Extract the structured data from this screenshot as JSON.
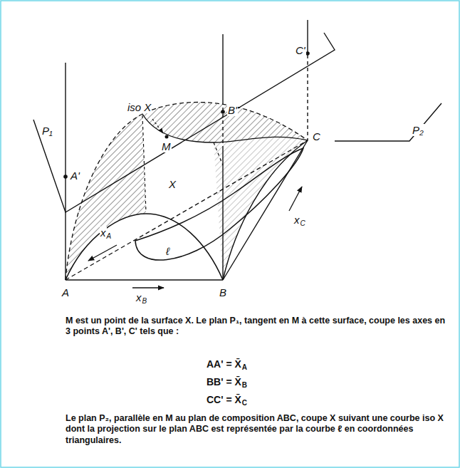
{
  "diagram": {
    "labels": [
      "P₁",
      "A'",
      "iso X",
      "M",
      "B'",
      "C'",
      "P₂",
      "C",
      "X",
      "x",
      "A",
      "ℓ",
      "x",
      "C",
      "A",
      "B",
      "x",
      "B",
      "M est un point de la surface X. Le plan P₁, tangent en M à cette surface, coupe les axes en 3 points A', B', C' tels que :",
      "AA' = X̄",
      "A",
      "BB' = X̄",
      "B",
      "CC' = X̄",
      "C",
      "Le plan P₂, parallèle en M au plan de composition ABC, coupe X suivant une courbe iso X dont la projection sur le plan ABC est représentée par la courbe ℓ en coordonnées triangulaires."
    ]
  }
}
